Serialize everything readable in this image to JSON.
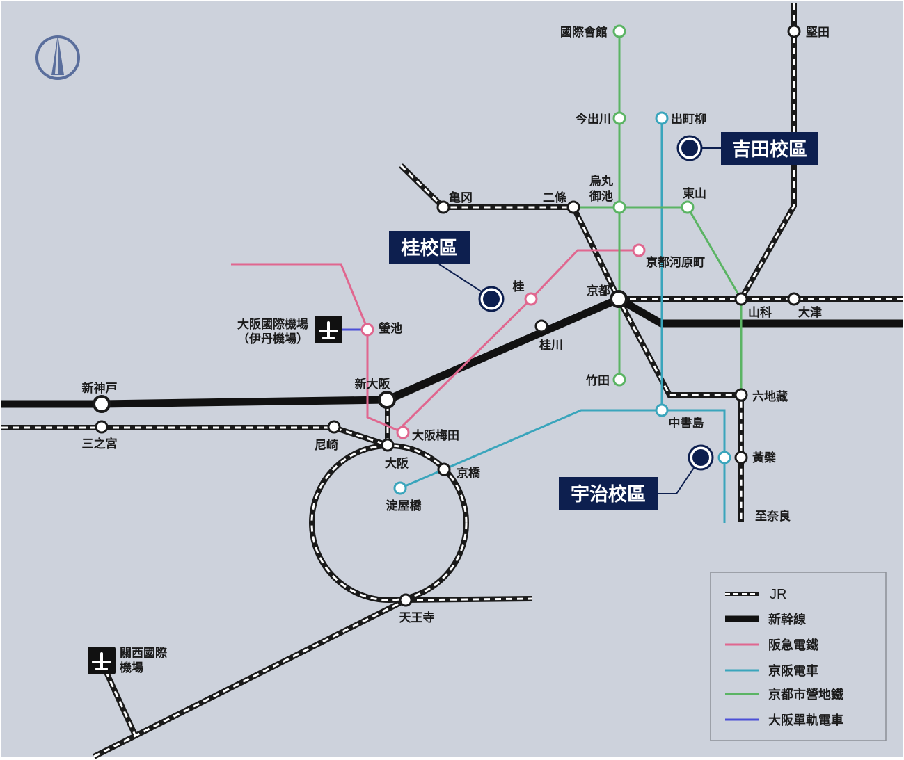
{
  "stations": {
    "kokusai_kaikan": "國際會館",
    "imadegawa": "今出川",
    "karasuma_oike": "烏丸\n御池",
    "takeda": "竹田",
    "demachiyanagi": "出町柳",
    "higashiyama": "東山",
    "nijo": "二條",
    "kameoka": "亀冈",
    "katata": "堅田",
    "kyoto": "京都",
    "yamashina": "山科",
    "otsu": "大津",
    "kawaramachi": "京都河原町",
    "katsura": "桂",
    "katsuragawa": "桂川",
    "rokujizo": "六地藏",
    "chushojima": "中書島",
    "obaku": "黃檗",
    "to_nara": "至奈良",
    "hotarugaike": "螢池",
    "shin_osaka": "新大阪",
    "shin_kobe": "新神戸",
    "sannomiya": "三之宮",
    "amagasaki": "尼崎",
    "osaka_umeda": "大阪梅田",
    "osaka": "大阪",
    "kyobashi": "京橋",
    "yodoyabashi": "淀屋橋",
    "tennoji": "天王寺"
  },
  "airports": {
    "itami_line1": "大阪國際機場",
    "itami_line2": "（伊丹機場）",
    "kansai_line1": "關西國際",
    "kansai_line2": "機場"
  },
  "campuses": {
    "yoshida": "吉田校區",
    "katsura": "桂校區",
    "uji": "宇治校區"
  },
  "legend": {
    "jr": "JR",
    "shinkansen": "新幹線",
    "hankyu": "阪急電鐵",
    "keihan": "京阪電車",
    "subway": "京都市營地鐵",
    "monorail": "大阪單軌電車"
  },
  "colors": {
    "background": "#cdd2dc",
    "hankyu": "#e0678f",
    "keihan": "#3aa5bc",
    "subway": "#5bb464",
    "monorail": "#4b4fd6",
    "jr": "#222222",
    "campus_navy": "#0d1f4f",
    "compass": "#5a6e9c"
  }
}
